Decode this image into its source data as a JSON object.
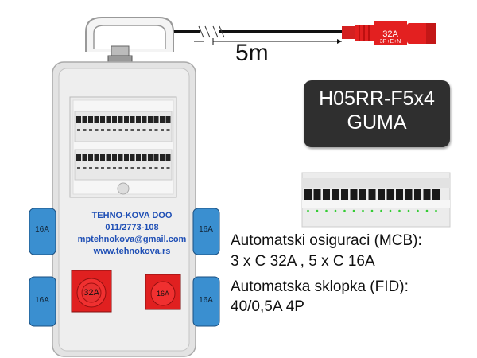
{
  "cable": {
    "length_label": "5m",
    "plug_rating": "32A",
    "plug_pins": "3P+E+N",
    "type_line1": "H05RR-F5x4",
    "type_line2": "GUMA"
  },
  "company": {
    "name": "TEHNO-KOVA DOO",
    "phone": "011/2773-108",
    "email": "mptehnokova@gmail.com",
    "website": "www.tehnokova.rs"
  },
  "specs": {
    "mcb_title": "Automatski osiguraci (MCB):",
    "mcb_value": "3 x C 32A , 5 x C 16A",
    "fid_title": "Automatska sklopka (FID):",
    "fid_value": "40/0,5A 4P"
  },
  "sockets": {
    "schuko_left_top": "16A",
    "schuko_right_top": "16A",
    "schuko_left_bottom": "16A",
    "schuko_right_bottom": "16A",
    "industrial_large": "32A",
    "industrial_small": "16A"
  },
  "colors": {
    "cable_box": "#2f2f2f",
    "company_text": "#1f4fb5",
    "socket_blue": "#3a8fd0",
    "industrial_red": "#e02020",
    "housing": "#e3e3e3"
  }
}
